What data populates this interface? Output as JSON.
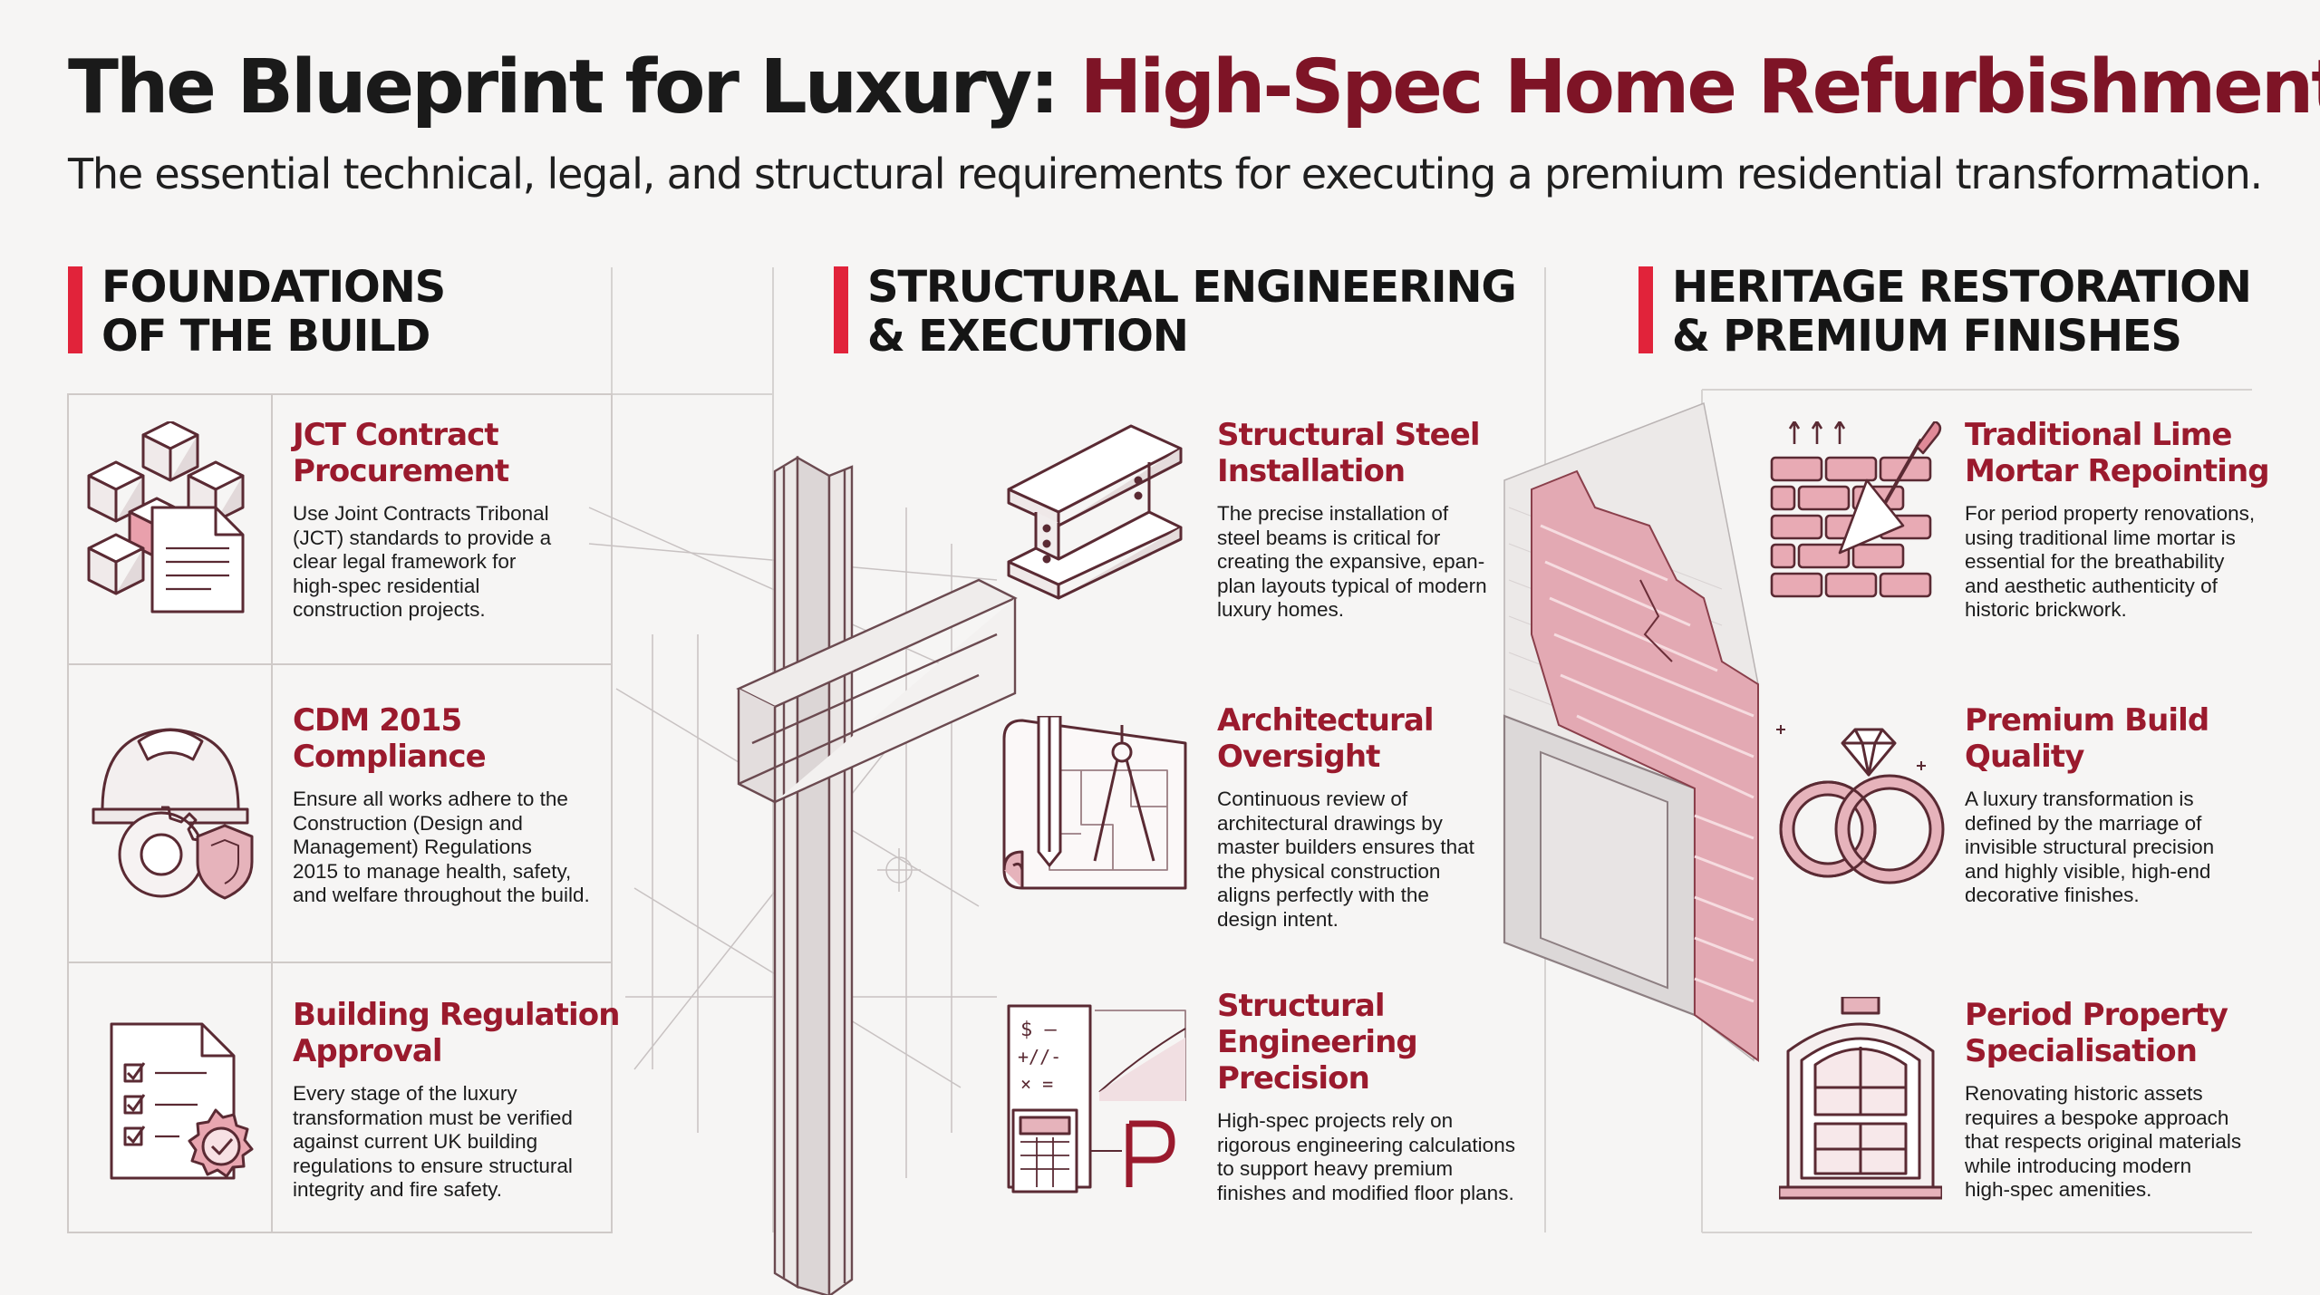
{
  "header": {
    "title_part1": "The Blueprint for Luxury:",
    "title_part2": "High-Spec Home Refurbishment",
    "subtitle": "The essential technical, legal, and structural requirements for executing a premium residential transformation."
  },
  "columns": [
    {
      "heading_line1": "FOUNDATIONS",
      "heading_line2": "OF THE BUILD",
      "items": [
        {
          "title_line1": "JCT Contract",
          "title_line2": "Procurement",
          "icon": "contract-cubes-icon",
          "lines": [
            "Use Joint Contracts Tribonal",
            "(JCT) standards to provide a",
            "clear legal framework for",
            "high-spec residential",
            "construction projects."
          ]
        },
        {
          "title_line1": "CDM 2015",
          "title_line2": "Compliance",
          "icon": "hardhat-gear-shield-icon",
          "lines": [
            "Ensure all works adhere to the",
            "Construction (Design and",
            "Management) Regulations",
            "2015 to manage health, safety,",
            "and welfare throughout the build."
          ]
        },
        {
          "title_line1": "Building Regulation",
          "title_line2": "Approval",
          "icon": "checklist-approval-icon",
          "lines": [
            "Every stage of the luxury",
            "transformation must be verified",
            "against current UK building",
            "regulations to ensure structural",
            "integrity and fire safety."
          ]
        }
      ]
    },
    {
      "heading_line1": "STRUCTURAL ENGINEERING",
      "heading_line2": "& EXECUTION",
      "items": [
        {
          "title_line1": "Structural Steel",
          "title_line2": "Installation",
          "icon": "steel-beam-icon",
          "lines": [
            "The precise installation of",
            "steel beams is critical for",
            "creating the expansive, epan-",
            "plan layouts typical of modern",
            "luxury homes."
          ]
        },
        {
          "title_line1": "Architectural",
          "title_line2": "Oversight",
          "icon": "drawings-compass-icon",
          "lines": [
            "Continuous review of",
            "architectural drawings by",
            "master builders ensures that",
            "the physical construction",
            "aligns perfectly with the",
            "design intent."
          ]
        },
        {
          "title_line1": "Structural",
          "title_line2": "Engineering",
          "title_line3": "Precision",
          "icon": "calculations-icon",
          "lines": [
            "High-spec projects rely on",
            "rigorous engineering calculations",
            "to support heavy premium",
            "finishes and modified floor plans."
          ]
        }
      ]
    },
    {
      "heading_line1": "HERITAGE RESTORATION",
      "heading_line2": "& PREMIUM FINISHES",
      "items": [
        {
          "title_line1": "Traditional Lime",
          "title_line2": "Mortar Repointing",
          "icon": "brick-trowel-icon",
          "lines": [
            "For period property renovations,",
            "using traditional lime mortar is",
            "essential for the breathability",
            "and aesthetic authenticity of",
            "historic brickwork."
          ]
        },
        {
          "title_line1": "Premium Build",
          "title_line2": "Quality",
          "icon": "rings-diamond-icon",
          "lines": [
            "A luxury transformation is",
            "defined by the marriage of",
            "invisible structural precision",
            "and highly visible, high-end",
            "decorative finishes."
          ]
        },
        {
          "title_line1": "Period Property",
          "title_line2": "Specialisation",
          "icon": "sash-window-icon",
          "lines": [
            "Renovating historic assets",
            "requires a bespoke approach",
            "that respects original materials",
            "while introducing modern",
            "high-spec amenities."
          ]
        }
      ]
    }
  ],
  "colors": {
    "accent": "#e1233a",
    "title_red": "#7e1426",
    "item_red": "#9a1a2d",
    "line": "#5a2a33",
    "fill_pink": "#e9b5bd"
  }
}
